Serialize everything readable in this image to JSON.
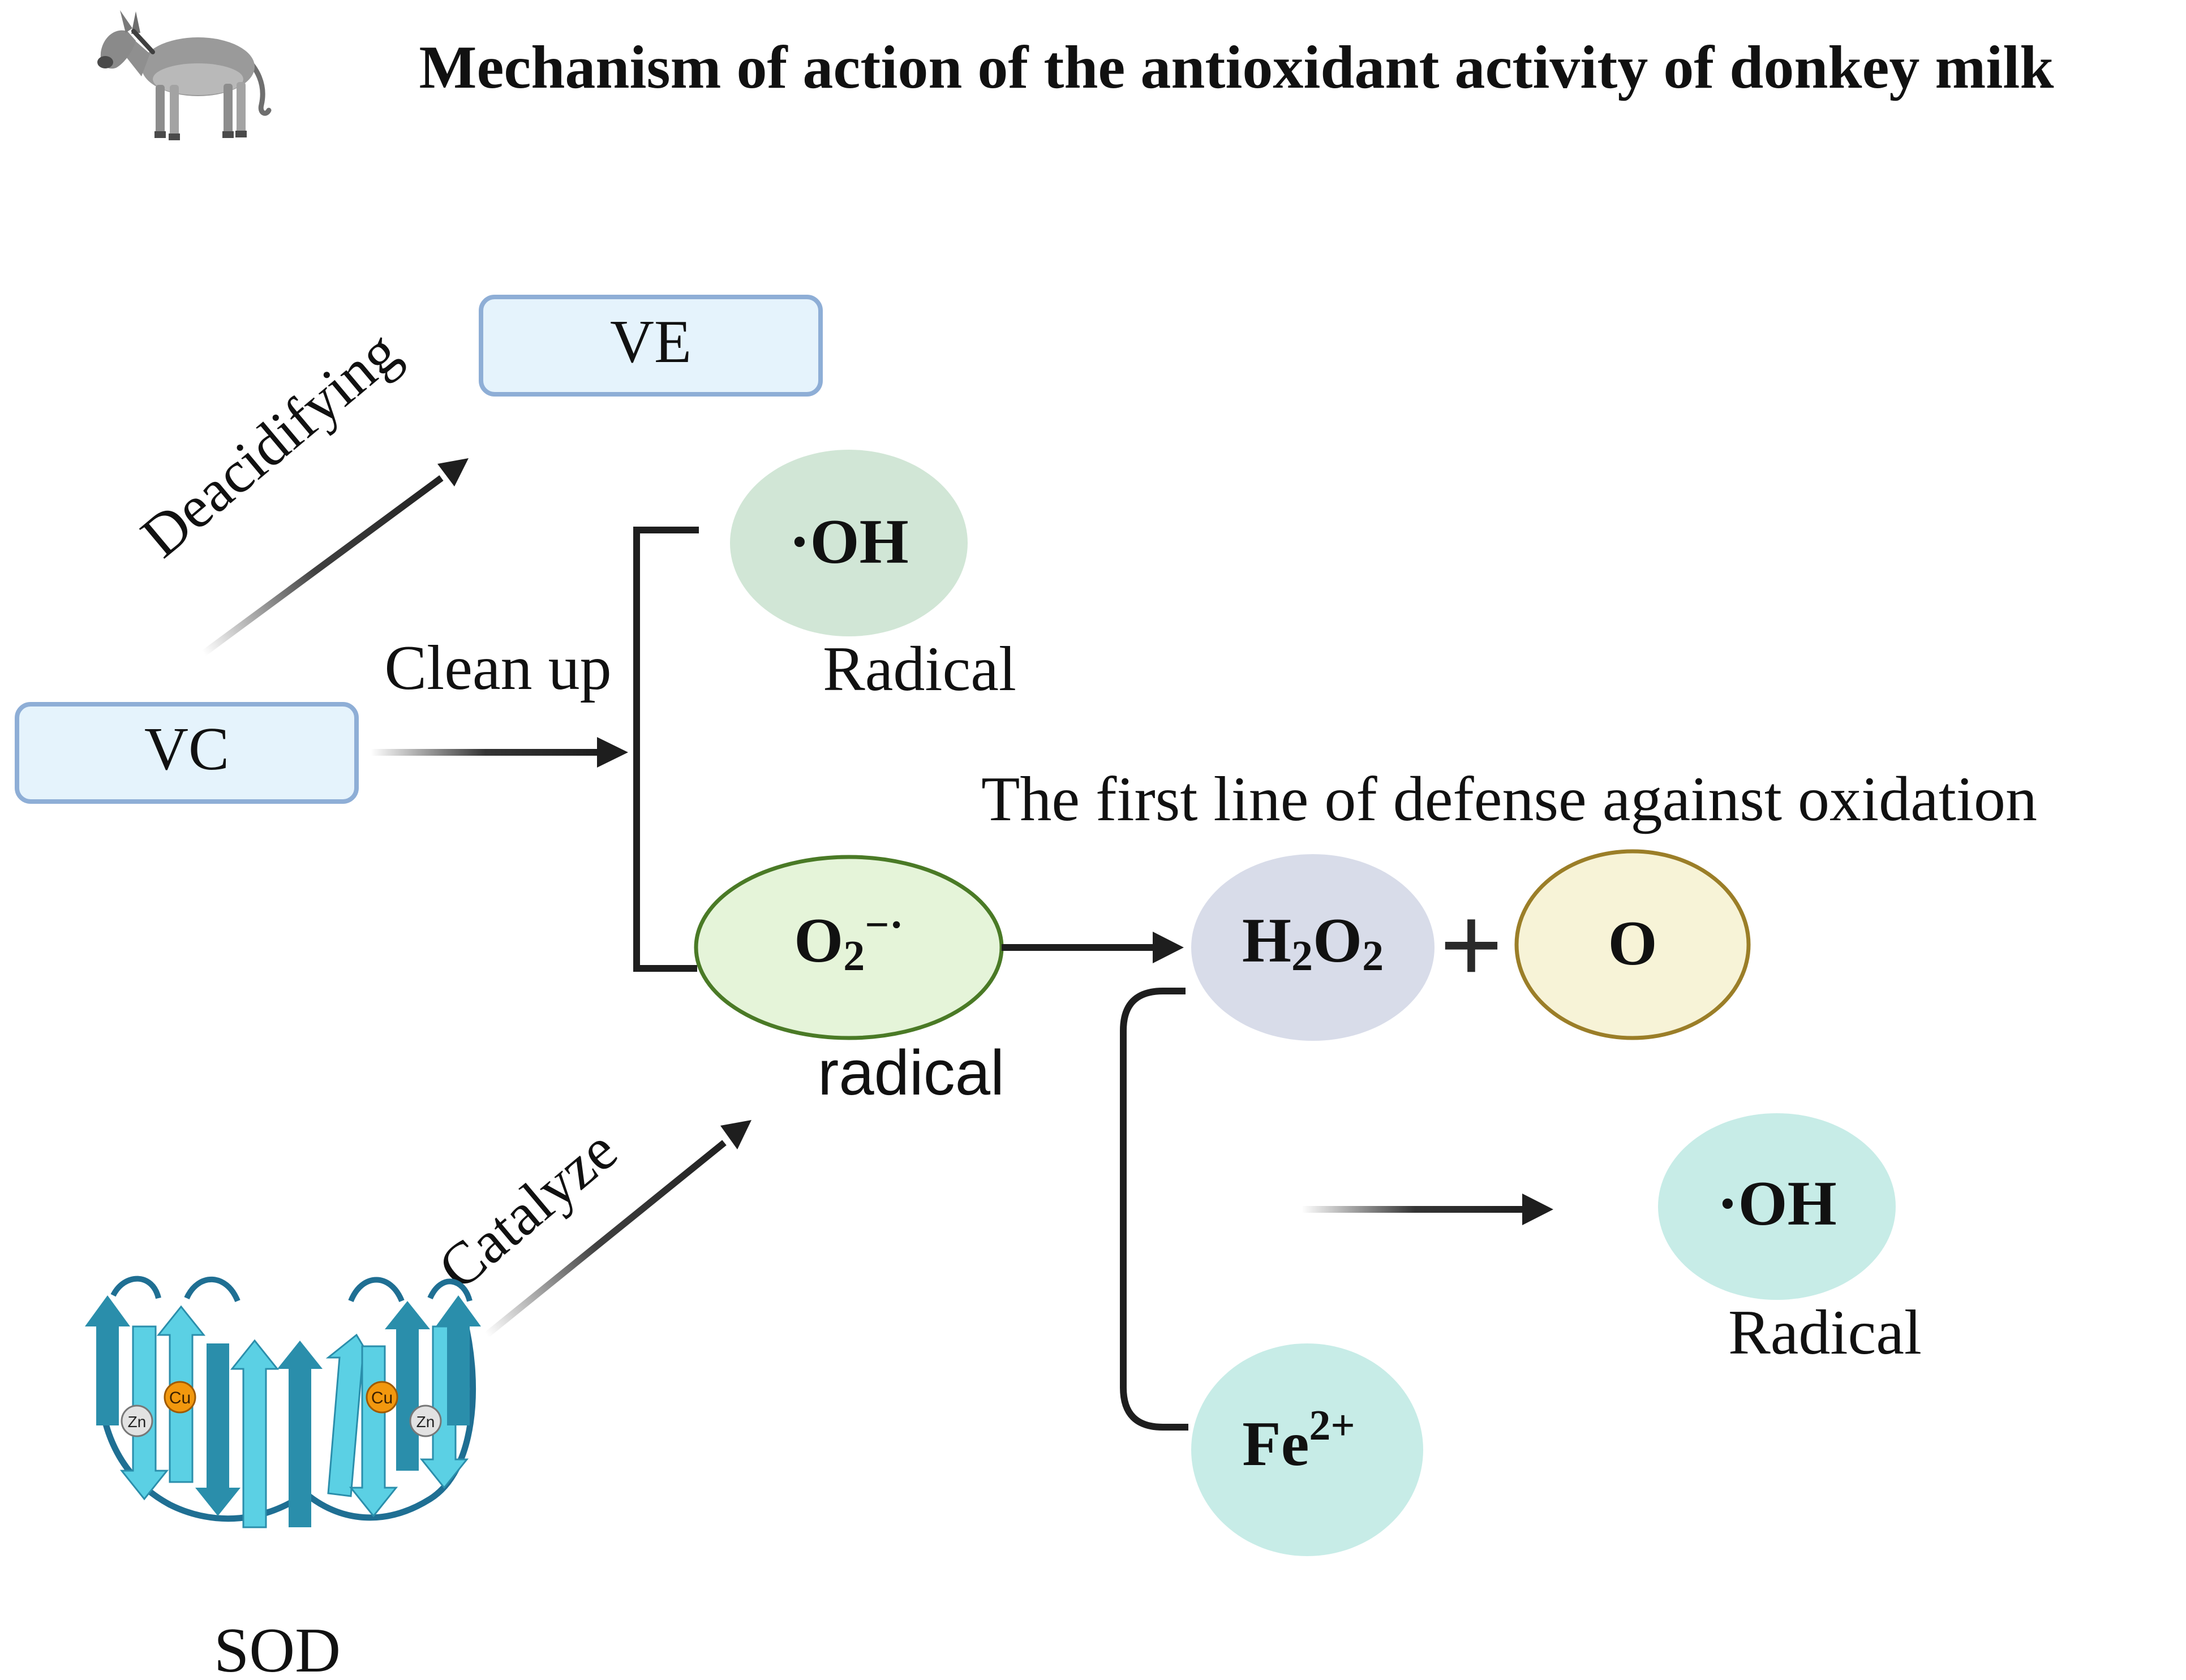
{
  "title": "Mechanism of action of the antioxidant activity of donkey milk",
  "icons": {
    "donkey": "donkey-icon",
    "sod_protein": "sod-protein-structure"
  },
  "nodes": {
    "ve": "VE",
    "vc": "VC",
    "oh_top": "·OH",
    "oh_top_caption": "Radical",
    "superoxide_base": "O",
    "superoxide_sub": "2",
    "superoxide_sup": "−·",
    "superoxide_caption": "radical",
    "h2o2_h": "H",
    "h2o2_sub1": "2",
    "h2o2_o": "O",
    "h2o2_sub2": "2",
    "plus": "+",
    "oxygen": "O",
    "oh_bottom": "·OH",
    "oh_bottom_caption": "Radical",
    "fe_base": "Fe",
    "fe_sup": "2+",
    "sod": "SOD",
    "zn": "Zn",
    "cu": "Cu"
  },
  "arrows": {
    "deacidifying": "Deacidifying",
    "clean_up": "Clean up",
    "catalyze": "Catalyze"
  },
  "captions": {
    "first_line": "The first line of defense against oxidation"
  },
  "colors": {
    "box_fill": "#e5f3fc",
    "box_stroke": "#8eaed6",
    "oh_top_fill": "#d1e6d6",
    "superoxide_fill": "#e5f4d9",
    "superoxide_stroke": "#4a7a26",
    "h2o2_fill": "#d8dce9",
    "oxygen_fill": "#f7f3d7",
    "oxygen_stroke": "#9b7e28",
    "teal_fill": "#c7ece7",
    "arrow": "#1e1e1e",
    "sod_dark": "#2a8eab",
    "sod_light": "#5bd0e4",
    "cu": "#f2980e",
    "zn": "#e2e2e2"
  }
}
